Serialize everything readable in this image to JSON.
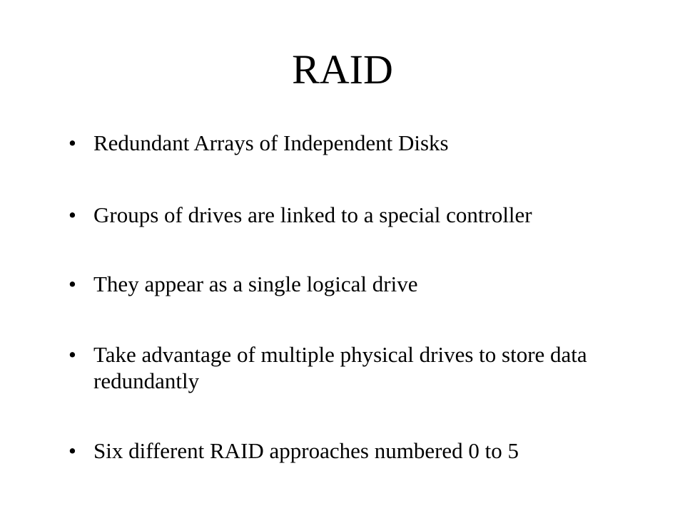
{
  "slide": {
    "title": "RAID",
    "bullet_glyph": "•",
    "bullets": [
      "Redundant Arrays of Independent Disks",
      "Groups of drives are linked to a special controller",
      "They appear as a single logical drive",
      "Take advantage of multiple physical drives to store data redundantly",
      "Six different RAID approaches numbered 0 to 5"
    ]
  }
}
